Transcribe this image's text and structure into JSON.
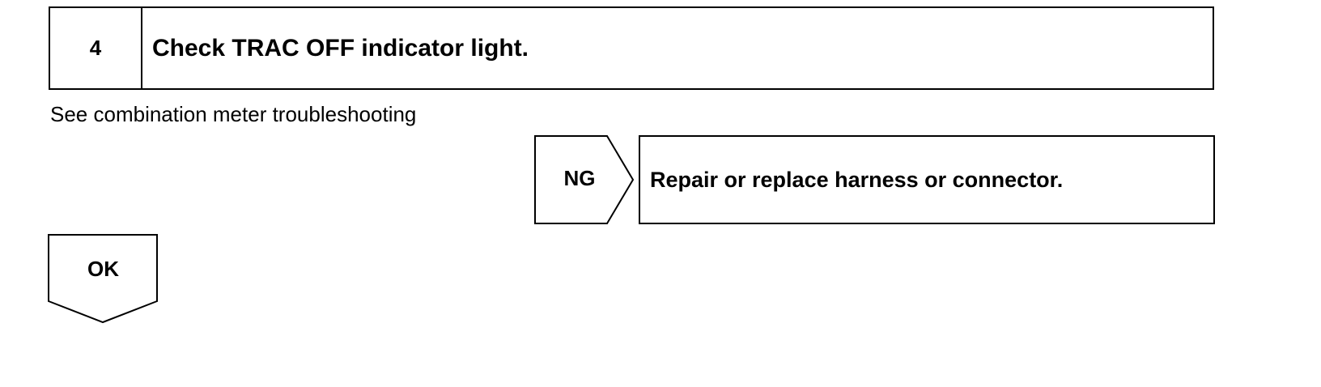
{
  "step": {
    "number": "4",
    "title": "Check TRAC OFF indicator light."
  },
  "note": "See combination meter troubleshooting",
  "ng_branch": {
    "label": "NG",
    "action": "Repair or replace harness or connector."
  },
  "ok_branch": {
    "label": "OK"
  }
}
